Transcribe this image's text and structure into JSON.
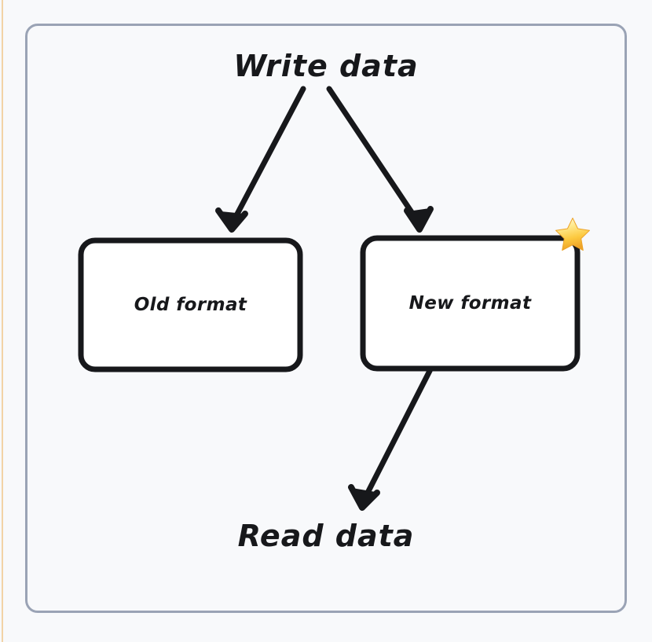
{
  "diagram": {
    "title_top": "Write data",
    "title_bottom": "Read data",
    "boxes": [
      {
        "id": "old-format",
        "label": "Old format",
        "starred": false
      },
      {
        "id": "new-format",
        "label": "New format",
        "starred": true
      }
    ],
    "badges": [
      {
        "id": "star",
        "icon": "star-icon",
        "on_box": "new-format"
      }
    ],
    "arrows": [
      {
        "id": "write-to-old",
        "from": "Write data",
        "to": "Old format"
      },
      {
        "id": "write-to-new",
        "from": "Write data",
        "to": "New format"
      },
      {
        "id": "new-to-read",
        "from": "New format",
        "to": "Read data"
      }
    ],
    "colors": {
      "background": "#f8f9fb",
      "frame_border": "#9aa3b5",
      "left_rule": "#f2d3a6",
      "ink": "#17181b",
      "box_fill": "#ffffff",
      "star_light": "#fff6c2",
      "star_mid": "#fcd757",
      "star_deep": "#f0a92b"
    }
  }
}
